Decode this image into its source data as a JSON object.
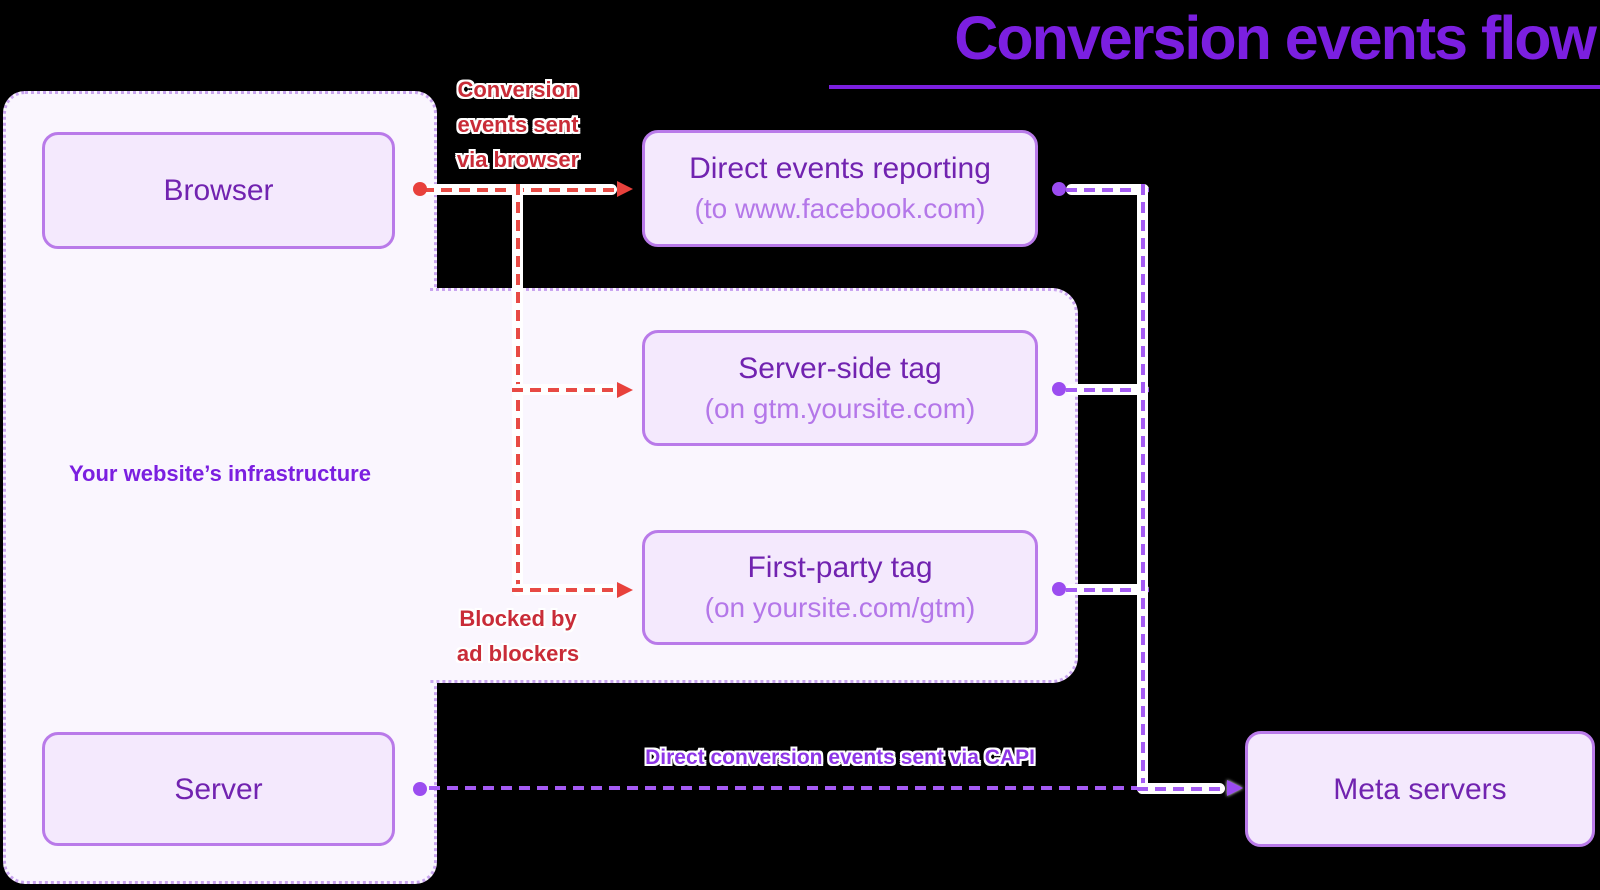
{
  "title": "Conversion events flow",
  "infrastructure": {
    "label": "Your website’s infrastructure",
    "browser": {
      "title": "Browser"
    },
    "server": {
      "title": "Server"
    }
  },
  "nodes": {
    "direct_reporting": {
      "title": "Direct events reporting",
      "subtitle": "(to www.facebook.com)"
    },
    "server_side_tag": {
      "title": "Server-side tag",
      "subtitle": "(on gtm.yoursite.com)"
    },
    "first_party_tag": {
      "title": "First-party tag",
      "subtitle": "(on yoursite.com/gtm)"
    },
    "meta_servers": {
      "title": "Meta servers"
    }
  },
  "annotations": {
    "sent_via_browser": {
      "line1": "Conversion",
      "line2": "events sent",
      "line3": "via browser"
    },
    "blocked_by_ad_blockers": {
      "line1": "Blocked by",
      "line2": "ad blockers"
    },
    "capi": "Direct conversion events sent via CAPI"
  },
  "colors": {
    "bg": "#000000",
    "accent_purple": "#7b1fe0",
    "container_fill": "#faf6fe",
    "container_border": "#c9a5ef",
    "node_fill": "#f4e9fd",
    "node_border": "#b97ae9",
    "node_text": "#7123b0",
    "node_subtext": "#b477e9",
    "red_text": "#c92c38",
    "red_line": "#e84a44",
    "purple_line": "#a55bf4",
    "purple_dot": "#9b4cf0",
    "capi_label": "#8d35e6"
  }
}
